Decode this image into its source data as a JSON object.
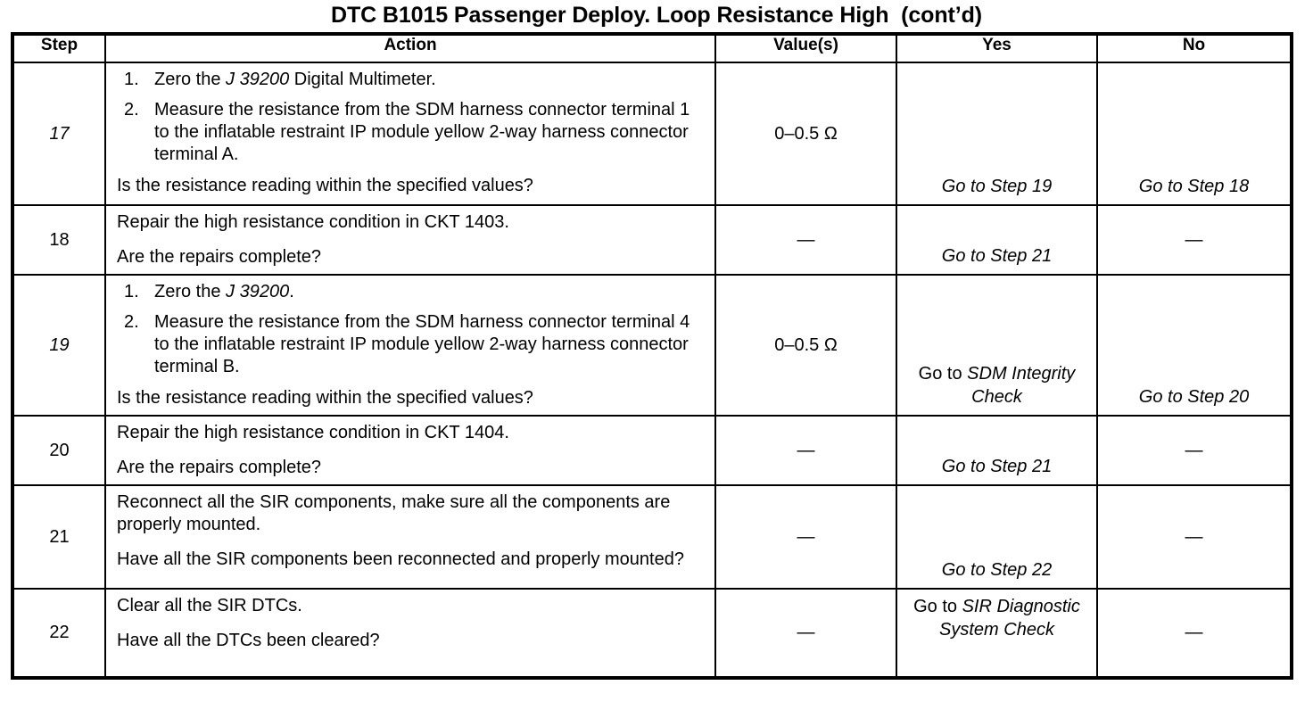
{
  "title": "DTC B1015 Passenger Deploy. Loop Resistance High  (cont’d)",
  "table": {
    "headers": {
      "step": "Step",
      "action": "Action",
      "value": "Value(s)",
      "yes": "Yes",
      "no": "No"
    },
    "rows": [
      {
        "step": "17",
        "step_italic": true,
        "action": {
          "list": [
            {
              "num": "1.",
              "pre": "Zero the ",
              "ital": "J 39200",
              "post": " Digital Multimeter."
            },
            {
              "num": "2.",
              "pre": "Measure the resistance from the SDM harness connector terminal 1 to the inflatable restraint IP module yellow 2-way harness connector terminal A.",
              "ital": "",
              "post": ""
            }
          ],
          "question": "Is the resistance reading within the specified values?"
        },
        "value": "0–0.5 Ω",
        "yes": {
          "plain": "",
          "ital": "Go to Step 19",
          "align": "bottom"
        },
        "no": {
          "plain": "",
          "ital": "Go to Step 18",
          "align": "bottom"
        }
      },
      {
        "step": "18",
        "step_italic": false,
        "action": {
          "lines": [
            "Repair the high resistance condition in CKT 1403.",
            "Are the repairs complete?"
          ]
        },
        "value": "—",
        "yes": {
          "plain": "",
          "ital": "Go to Step 21",
          "align": "bottom"
        },
        "no": {
          "plain": "—",
          "ital": "",
          "align": "middle"
        }
      },
      {
        "step": "19",
        "step_italic": true,
        "action": {
          "list": [
            {
              "num": "1.",
              "pre": "Zero the ",
              "ital": "J 39200",
              "post": "."
            },
            {
              "num": "2.",
              "pre": "Measure the resistance from the SDM harness connector terminal 4 to the inflatable restraint IP module yellow 2-way harness connector terminal B.",
              "ital": "",
              "post": ""
            }
          ],
          "question": "Is the resistance reading within the specified values?"
        },
        "value": "0–0.5 Ω",
        "yes": {
          "plain": "Go to ",
          "ital": "SDM Integrity Check",
          "align": "bottom"
        },
        "no": {
          "plain": "",
          "ital": "Go to Step 20",
          "align": "bottom"
        }
      },
      {
        "step": "20",
        "step_italic": false,
        "action": {
          "lines": [
            "Repair the high resistance condition in CKT 1404.",
            "Are the repairs complete?"
          ]
        },
        "value": "—",
        "yes": {
          "plain": "",
          "ital": "Go to Step 21",
          "align": "bottom"
        },
        "no": {
          "plain": "—",
          "ital": "",
          "align": "middle"
        }
      },
      {
        "step": "21",
        "step_italic": false,
        "action": {
          "lines": [
            "Reconnect all the SIR components, make sure all the components are properly mounted.",
            "Have all the SIR components been reconnected and properly mounted?"
          ]
        },
        "value": "—",
        "yes": {
          "plain": "",
          "ital": "Go to Step 22",
          "align": "bottom"
        },
        "no": {
          "plain": "—",
          "ital": "",
          "align": "middle"
        }
      },
      {
        "step": "22",
        "step_italic": false,
        "action": {
          "lines": [
            "Clear all the SIR DTCs.",
            "Have all the DTCs been cleared?"
          ]
        },
        "value": "—",
        "yes": {
          "plain": "Go to ",
          "ital": "SIR Diagnostic System Check",
          "align": "top"
        },
        "no": {
          "plain": "—",
          "ital": "",
          "align": "middle"
        }
      }
    ]
  }
}
